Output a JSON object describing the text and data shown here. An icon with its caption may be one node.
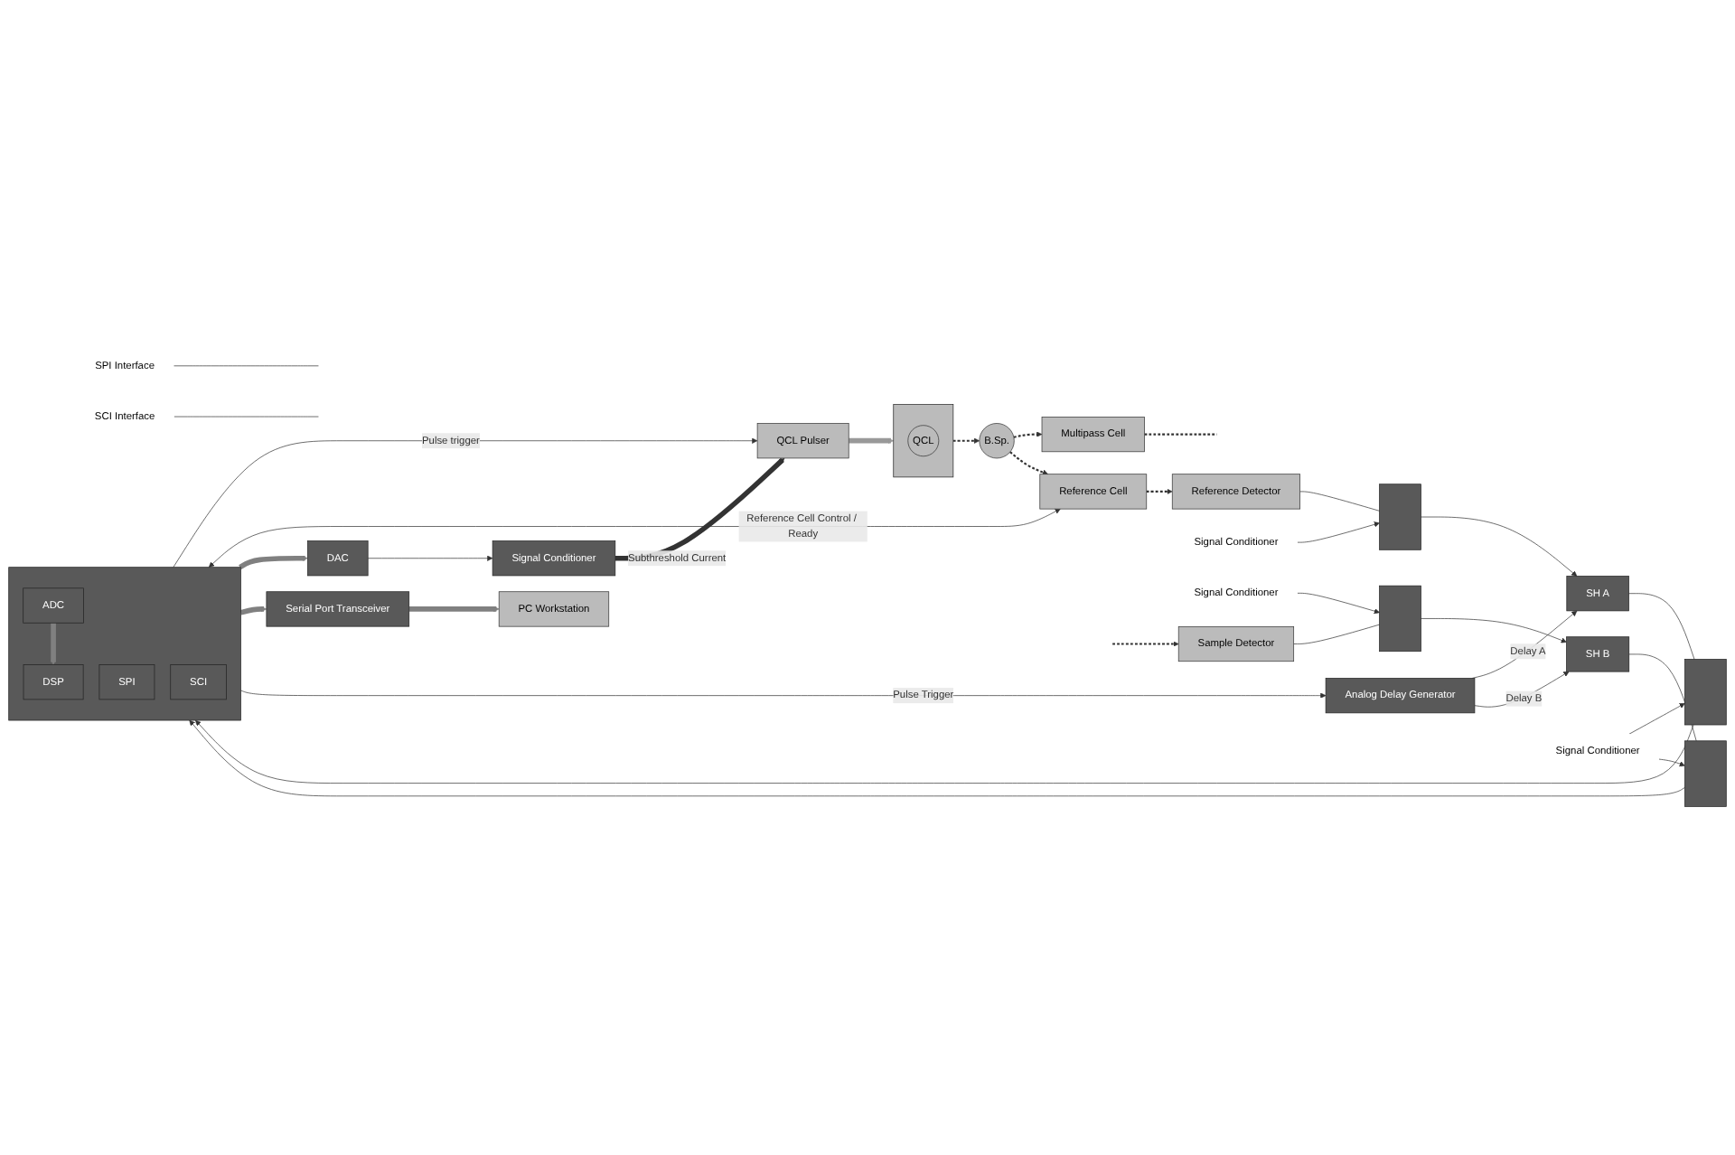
{
  "diagram": {
    "nodes": [
      {
        "text": [
          "QCL Pulser"
        ]
      },
      {
        "text": [],
        "shape": "box"
      },
      {
        "text": [
          "QCL"
        ],
        "in": 1
      },
      {
        "text": [
          "B.Sp."
        ]
      },
      {
        "text": [
          "Multipass Cell"
        ]
      },
      {
        "text": [
          "Reference Cell"
        ]
      },
      {
        "text": [
          "Signal Conditioner"
        ]
      },
      {
        "text": [
          "DAC"
        ]
      },
      {
        "text": [],
        "shape": "box"
      },
      {
        "text": [
          "DSP"
        ],
        "in": 8
      },
      {
        "text": [
          "ADC"
        ],
        "in": 8
      },
      {
        "text": [
          "SPI"
        ],
        "in": 8
      },
      {
        "text": [
          "SCI"
        ],
        "in": 8
      },
      {
        "text": [],
        "shape": "bar"
      },
      {
        "text": [
          "SH A"
        ]
      },
      {
        "text": [],
        "shape": "bar"
      },
      {
        "text": [
          "Reference Detector"
        ]
      },
      {
        "text": [],
        "shape": "bar"
      },
      {
        "text": [
          "SH B"
        ]
      },
      {
        "text": [],
        "shape": "bar"
      },
      {
        "text": [
          "Sample Detector"
        ]
      },
      {
        "text": [
          "Serial Port Transceiver"
        ]
      },
      {
        "text": [
          "PC Workstation"
        ]
      },
      {
        "text": [
          "Analog Delay Generator"
        ]
      },
      {
        "text": [
          "Signal Conditioner"
        ]
      },
      {
        "text": [
          "Signal Conditioner"
        ]
      },
      {
        "text": [
          "Signal Conditioner"
        ]
      },
      {
        "text": [
          "SPI Interface"
        ]
      },
      {
        "text": [
          "SCI Interface"
        ]
      }
    ],
    "edges": [
      {
        "from": 0,
        "to": 1,
        "arrow": "to",
        "style": "thick",
        "color": "#999999"
      },
      {
        "from": 1,
        "to": 3,
        "arrow": "to",
        "style": "dashed"
      },
      {
        "from": 3,
        "to": 4,
        "arrow": "to",
        "style": "dashed"
      },
      {
        "from": 3,
        "to": 5,
        "arrow": "to",
        "style": "dashed"
      },
      {
        "from": 4,
        "to": null,
        "arrow": "none",
        "style": "dashed"
      },
      {
        "from": 5,
        "to": 16,
        "arrow": "to",
        "style": "dashed"
      },
      {
        "from": null,
        "to": 20,
        "arrow": "to",
        "style": "dashed"
      },
      {
        "from": 6,
        "to": 0,
        "arrow": "to",
        "label": "Subthreshold Current",
        "style": "thick"
      },
      {
        "from": 8,
        "to": 0,
        "arrow": "to",
        "label": "Pulse trigger"
      },
      {
        "from": 8,
        "to": 5,
        "arrow": "both",
        "label": "Reference Cell Control / Ready"
      },
      {
        "from": 7,
        "to": 6,
        "arrow": "to"
      },
      {
        "from": 8,
        "to": 7,
        "arrow": "to",
        "style": "thick",
        "color": "#808080"
      },
      {
        "from": 10,
        "to": 9,
        "arrow": "to",
        "style": "thick",
        "color": "#808080"
      },
      {
        "from": 8,
        "to": 21,
        "arrow": "to",
        "style": "thick",
        "color": "#808080"
      },
      {
        "from": 21,
        "to": 22,
        "arrow": "to",
        "style": "thick",
        "color": "#808080"
      },
      {
        "from": 16,
        "to": 15,
        "arrow": "none"
      },
      {
        "from": 15,
        "to": 14,
        "arrow": "to"
      },
      {
        "from": 14,
        "to": 13,
        "arrow": "none"
      },
      {
        "from": 13,
        "to": 8,
        "arrow": "to"
      },
      {
        "from": 20,
        "to": 19,
        "arrow": "none"
      },
      {
        "from": 19,
        "to": 18,
        "arrow": "to"
      },
      {
        "from": 18,
        "to": 17,
        "arrow": "none"
      },
      {
        "from": 17,
        "to": 8,
        "arrow": "to"
      },
      {
        "from": 23,
        "to": 14,
        "arrow": "to",
        "label": "Delay A"
      },
      {
        "from": 23,
        "to": 18,
        "arrow": "to",
        "label": "Delay B"
      },
      {
        "from": 8,
        "to": 23,
        "arrow": "to",
        "label": "Pulse Trigger"
      },
      {
        "from": 24,
        "to": 15,
        "arrow": "to"
      },
      {
        "from": 25,
        "to": 13,
        "arrow": "to"
      },
      {
        "from": 25,
        "to": 17,
        "arrow": "to"
      },
      {
        "from": 26,
        "to": 19,
        "arrow": "to"
      },
      {
        "from": 27,
        "to": null,
        "arrow": "none"
      },
      {
        "from": 28,
        "to": null,
        "arrow": "none"
      }
    ]
  }
}
